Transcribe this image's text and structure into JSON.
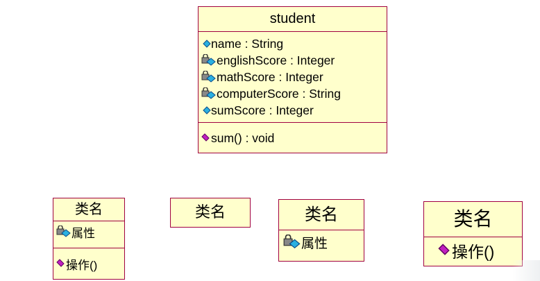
{
  "student": {
    "name": "student",
    "attributes": [
      {
        "text": "name : String",
        "icon": "public-attribute-icon"
      },
      {
        "text": "englishScore : Integer",
        "icon": "private-attribute-icon"
      },
      {
        "text": "mathScore : Integer",
        "icon": "private-attribute-icon"
      },
      {
        "text": "computerScore : String",
        "icon": "private-attribute-icon"
      },
      {
        "text": "sumScore : Integer",
        "icon": "public-attribute-icon"
      }
    ],
    "operations": [
      {
        "text": "sum() : void",
        "icon": "operation-icon"
      }
    ]
  },
  "examples": [
    {
      "name": "类名",
      "attribute": "属性",
      "operation": "操作()"
    },
    {
      "name": "类名"
    },
    {
      "name": "类名",
      "attribute": "属性"
    },
    {
      "name": "类名",
      "operation": "操作()"
    }
  ],
  "colors": {
    "fill": "#ffffcc",
    "border": "#a00040",
    "attr_icon": "#2ab0e0",
    "op_icon": "#c020c0"
  }
}
